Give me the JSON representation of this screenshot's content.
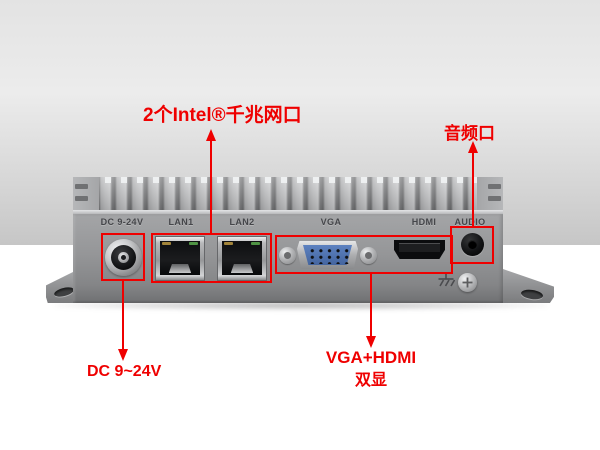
{
  "annotations": {
    "accent_color": "#ef0000",
    "lan_callout": "2个Intel®千兆网口",
    "audio_callout": "音频口",
    "power_callout": "DC 9~24V",
    "display_callout_line1": "VGA+HDMI",
    "display_callout_line2": "双显"
  },
  "device": {
    "port_labels": [
      "DC 9-24V",
      "LAN1",
      "LAN2",
      "VGA",
      "HDMI",
      "AUDIO"
    ],
    "colors": {
      "chassis_gray": "#959698",
      "heatsink_silver": "#c2c3c5",
      "vga_blue": "#4a6fae",
      "backdrop_gray": "#d6d6d6"
    }
  }
}
